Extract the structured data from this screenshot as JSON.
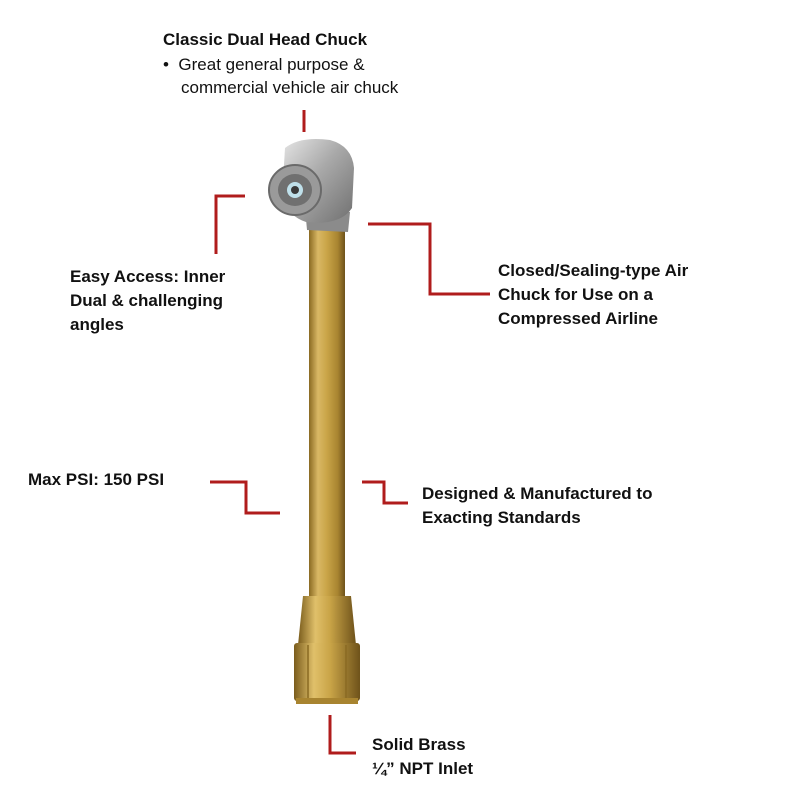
{
  "callouts": {
    "top": {
      "title": "Classic Dual Head Chuck",
      "bullet": "Great general purpose &",
      "bullet_cont": "commercial vehicle air chuck"
    },
    "easy_access": {
      "line1": "Easy Access: Inner",
      "line2": "Dual & challenging",
      "line3": "angles"
    },
    "closed_sealing": {
      "line1": "Closed/Sealing-type Air",
      "line2": "Chuck for Use on a",
      "line3": "Compressed Airline"
    },
    "max_psi": {
      "text": "Max PSI: 150 PSI"
    },
    "designed": {
      "line1": "Designed & Manufactured to",
      "line2": "Exacting Standards"
    },
    "brass": {
      "line1": "Solid Brass",
      "line2": "¼” NPT Inlet"
    }
  },
  "colors": {
    "leader": "#b01c1c",
    "brass": "#c9a447",
    "chrome": "#b8b8b8",
    "text": "#111111"
  }
}
